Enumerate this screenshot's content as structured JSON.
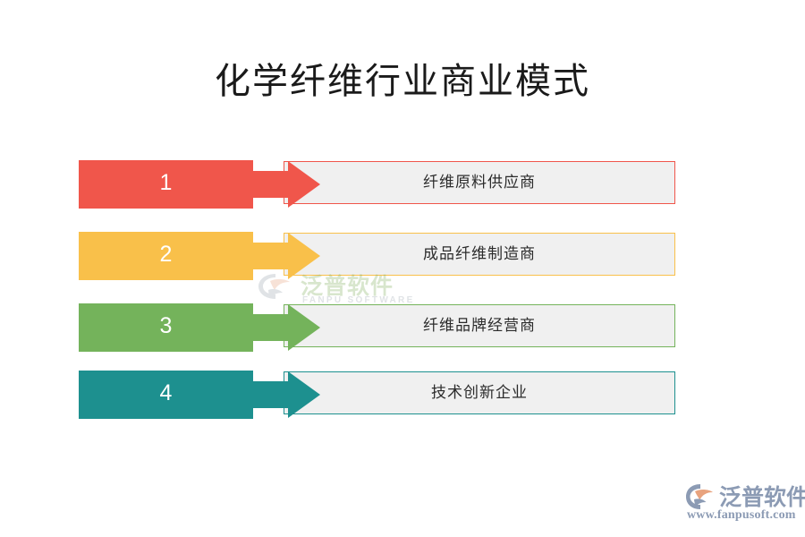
{
  "page": {
    "title": "化学纤维行业商业模式",
    "background": "#ffffff"
  },
  "diagram": {
    "type": "process-flow",
    "orientation": "vertical-stack",
    "steps": [
      {
        "number": "1",
        "label": "纤维原料供应商",
        "color": "#f0564b",
        "box_fill": "#f0f0f0",
        "box_border": "#f0564b"
      },
      {
        "number": "2",
        "label": "成品纤维制造商",
        "color": "#f9c04a",
        "box_fill": "#f0f0f0",
        "box_border": "#f9c04a"
      },
      {
        "number": "3",
        "label": "纤维品牌经营商",
        "color": "#74b35b",
        "box_fill": "#f0f0f0",
        "box_border": "#74b35b"
      },
      {
        "number": "4",
        "label": "技术创新企业",
        "color": "#1d908f",
        "box_fill": "#f0f0f0",
        "box_border": "#1d908f"
      }
    ]
  },
  "watermark": {
    "name_cn": "泛普软件",
    "name_en": "FANPU SOFTWARE",
    "color_cn": "#7fae5c",
    "color_en": "#9aa4ae"
  },
  "brand_logo": {
    "name_cn": "泛普软件",
    "url": "www.fanpusoft.com",
    "color": "#8c9bb4",
    "accent": "#e8a37e"
  }
}
